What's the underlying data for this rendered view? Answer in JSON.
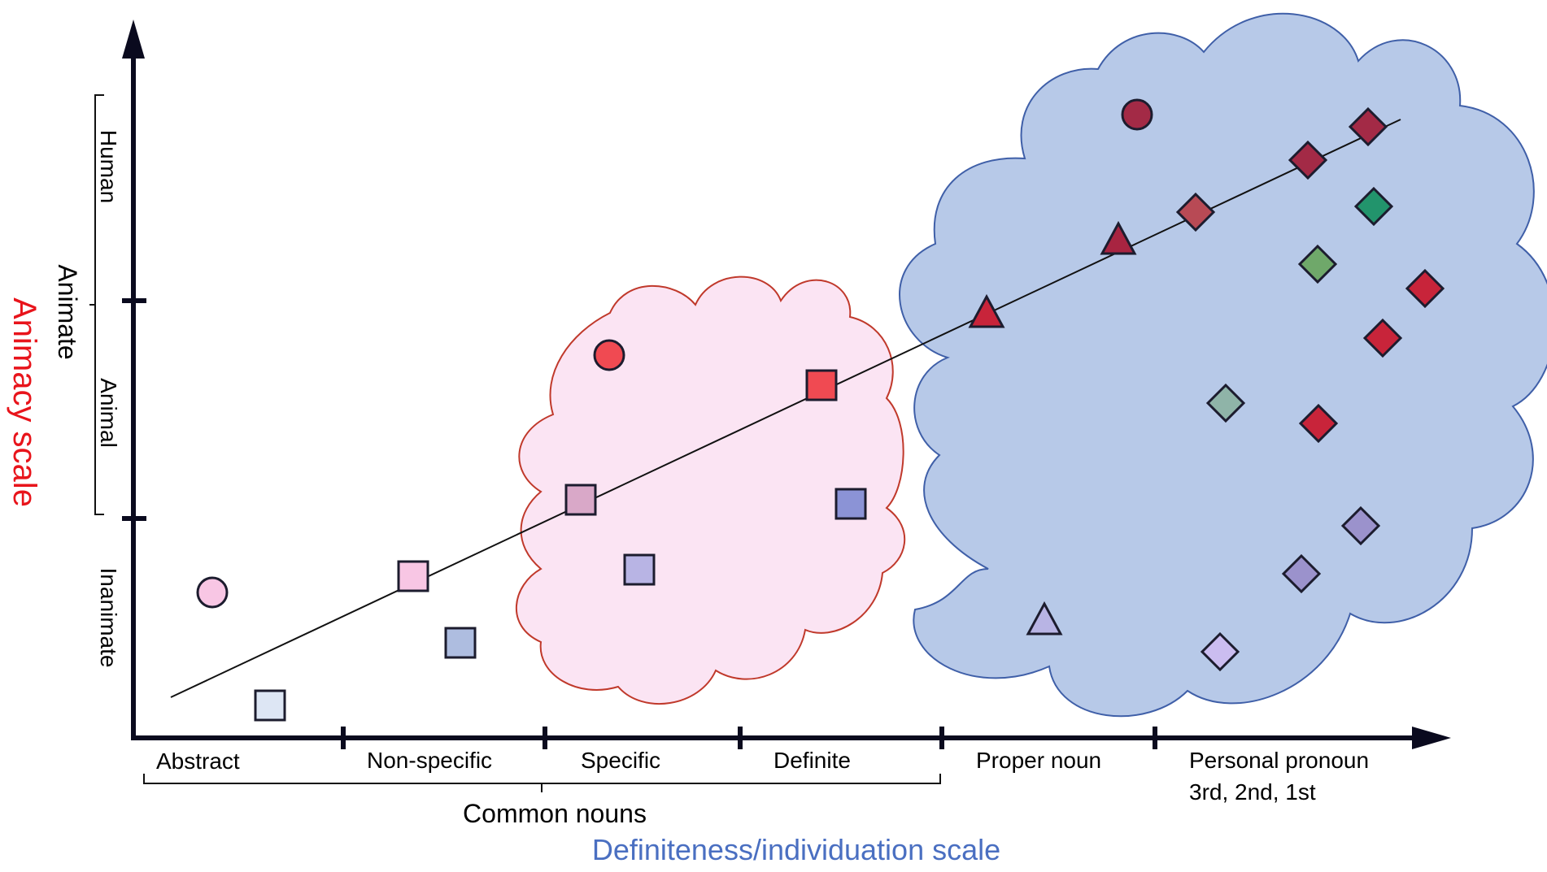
{
  "x_axis": {
    "title": "Definiteness/individuation scale",
    "title_color": "#4a6fc1",
    "categories": [
      "Abstract",
      "Non-specific",
      "Specific",
      "Definite",
      "Proper noun",
      "Personal pronoun"
    ],
    "personal_pronoun_sub": "3rd, 2nd, 1st",
    "group_label": "Common nouns"
  },
  "y_axis": {
    "title": "Animacy scale",
    "title_color": "#e8141b",
    "categories": [
      "Inanimate",
      "Animal",
      "Human"
    ],
    "group_label": "Animate"
  },
  "clouds": {
    "pink_fill": "#fbe4f3",
    "pink_stroke": "#c0392b",
    "blue_fill": "#b7c9e8",
    "blue_stroke": "#3f5fa8"
  },
  "markers": {
    "circles": [
      {
        "fill": "#f8c6e4"
      },
      {
        "fill": "#f04a52"
      },
      {
        "fill": "#a32a46"
      }
    ],
    "squares": [
      {
        "fill": "#dde6f4"
      },
      {
        "fill": "#f8c6e4"
      },
      {
        "fill": "#aebde0"
      },
      {
        "fill": "#d9a8c8"
      },
      {
        "fill": "#b8b4e4"
      },
      {
        "fill": "#f04a52"
      },
      {
        "fill": "#8b93d6"
      }
    ],
    "triangles": [
      {
        "fill": "#b8b4e4"
      },
      {
        "fill": "#c8243a"
      },
      {
        "fill": "#a82441"
      }
    ],
    "diamonds": [
      {
        "fill": "#b84a55"
      },
      {
        "fill": "#a32a46"
      },
      {
        "fill": "#a32a46"
      },
      {
        "fill": "#22946c"
      },
      {
        "fill": "#6fa86a"
      },
      {
        "fill": "#c8243a"
      },
      {
        "fill": "#c8243a"
      },
      {
        "fill": "#8fb4a8"
      },
      {
        "fill": "#c8243a"
      },
      {
        "fill": "#9b92cc"
      },
      {
        "fill": "#9b92cc"
      },
      {
        "fill": "#cbbdf0"
      }
    ]
  }
}
